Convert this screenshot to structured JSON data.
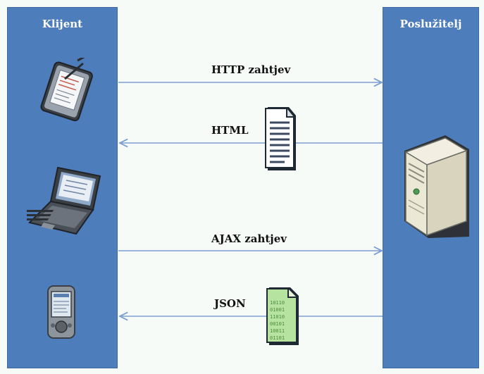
{
  "client": {
    "title": "Klijent"
  },
  "server": {
    "title": "Poslužitelj"
  },
  "messages": [
    {
      "label": "HTTP zahtjev",
      "direction": "client-to-server"
    },
    {
      "label": "HTML",
      "direction": "server-to-client"
    },
    {
      "label": "AJAX zahtjev",
      "direction": "client-to-server"
    },
    {
      "label": "JSON",
      "direction": "server-to-client"
    }
  ],
  "icons": {
    "client": [
      "tablet-icon",
      "laptop-icon",
      "pda-icon"
    ],
    "server": [
      "server-tower-icon"
    ],
    "documents": [
      "html-document-icon",
      "json-document-icon"
    ]
  },
  "colors": {
    "column": "#4d7ebb",
    "arrow": "#7d9fd0",
    "background": "#f7fbf8"
  }
}
